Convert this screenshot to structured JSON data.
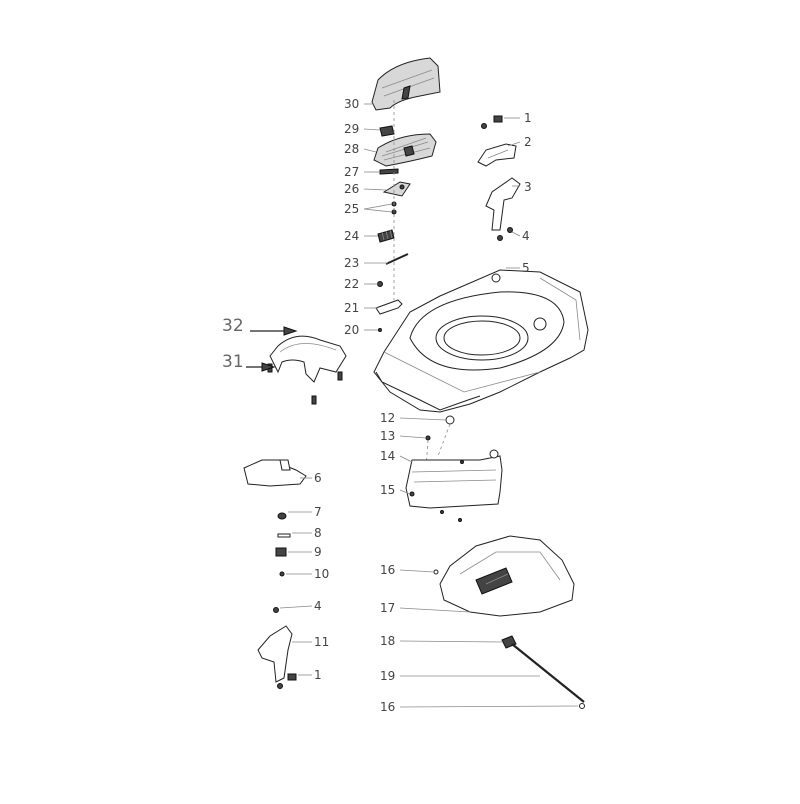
{
  "labels": {
    "n1": "1",
    "n2": "2",
    "n3": "3",
    "n4": "4",
    "n5": "5",
    "n6": "6",
    "n7": "7",
    "n8": "8",
    "n9": "9",
    "n10": "10",
    "n11": "11",
    "n12": "12",
    "n13": "13",
    "n14": "14",
    "n15": "15",
    "n16": "16",
    "n17": "17",
    "n18": "18",
    "n19": "19",
    "n20": "20",
    "n21": "21",
    "n22": "22",
    "n23": "23",
    "n24": "24",
    "n25": "25",
    "n26": "26",
    "n27": "27",
    "n28": "28",
    "n29": "29",
    "n30": "30",
    "n31": "31",
    "n32": "32"
  },
  "colors": {
    "line": "#8a8a8a",
    "outline": "#222222",
    "text": "#444444"
  }
}
